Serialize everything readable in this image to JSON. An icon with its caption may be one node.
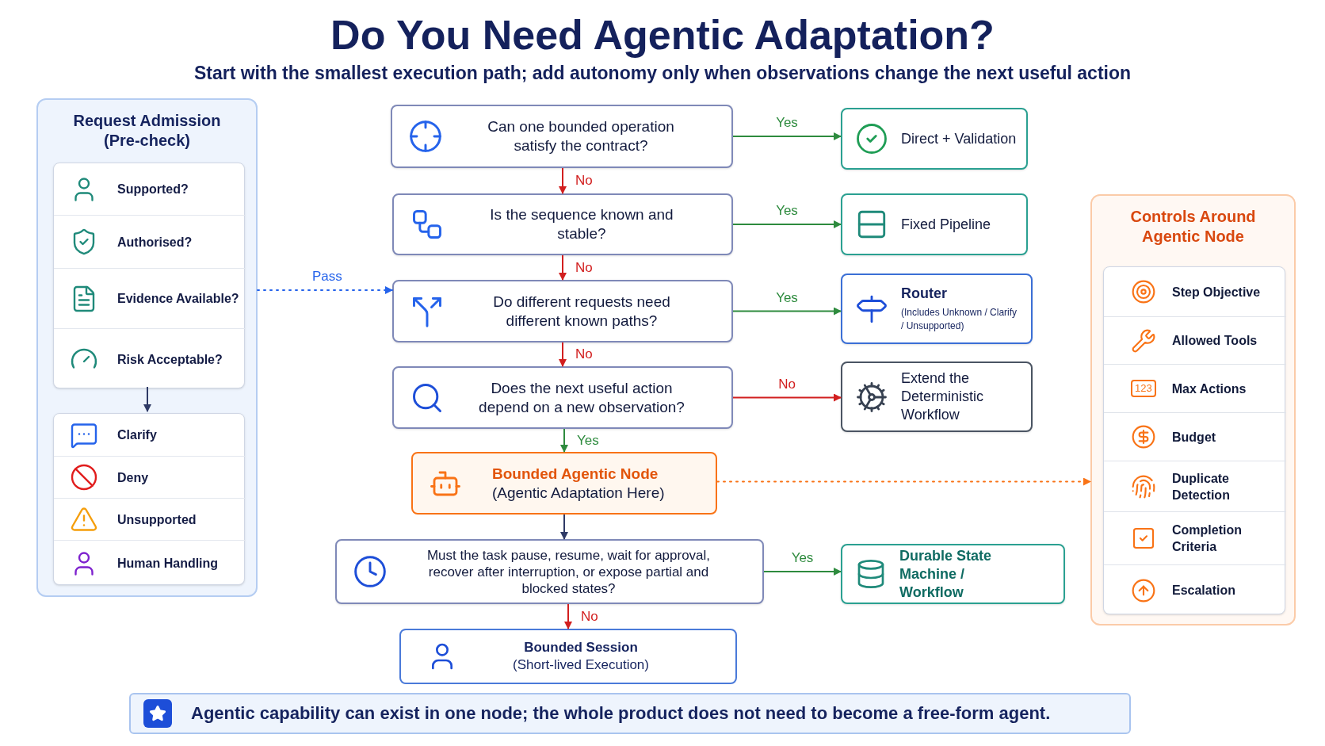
{
  "diagram": {
    "title": "Do You Need Agentic Adaptation?",
    "nodes": [
      {
        "text": [
          "Request Admission (Pre-check)"
        ]
      },
      {
        "text": [],
        "shape": "box",
        "in": 0
      },
      {
        "text": [
          "Supported?"
        ],
        "in": 1
      },
      {
        "text": [
          "Authorised?"
        ],
        "in": 1
      },
      {
        "text": [
          "Evidence Available?"
        ],
        "in": 1
      },
      {
        "text": [
          "Risk Acceptable?"
        ],
        "in": 1
      },
      {
        "text": [],
        "shape": "box",
        "in": 0
      },
      {
        "text": [
          "Clarify"
        ],
        "in": 6
      },
      {
        "text": [
          "Deny"
        ],
        "in": 6
      },
      {
        "text": [
          "Unsupported"
        ],
        "in": 6
      },
      {
        "text": [
          "Human Handling"
        ],
        "in": 6
      },
      {
        "text": [
          "Can one bounded operation satisfy the contract?"
        ]
      },
      {
        "text": [
          "Direct + Validation"
        ]
      },
      {
        "text": [
          "Is the sequence known and stable?"
        ]
      },
      {
        "text": [
          "Fixed Pipeline"
        ]
      },
      {
        "text": [
          "Do different requests need different known paths?"
        ]
      },
      {
        "text": [
          "Router",
          "(Includes Unknown / Clarify / Unsupported)"
        ]
      },
      {
        "text": [
          "Does the next useful action depend on a new observation?"
        ]
      },
      {
        "text": [
          "Extend the Deterministic Workflow"
        ]
      },
      {
        "text": [
          "Bounded Agentic Node",
          "(Agentic Adaptation Here)"
        ]
      },
      {
        "text": [
          "Must the task pause, resume, wait for approval, recover after interruption, or expose partial and blocked states?"
        ]
      },
      {
        "text": [
          "Durable State Machine / Workflow"
        ]
      },
      {
        "text": [
          "Bounded Session",
          "(Short-lived Execution)"
        ]
      },
      {
        "text": [
          "Controls Around Agentic Node"
        ]
      },
      {
        "text": [],
        "shape": "box",
        "in": 23
      },
      {
        "text": [
          "Step Objective"
        ],
        "in": 24
      },
      {
        "text": [
          "Allowed Tools"
        ],
        "in": 24
      },
      {
        "text": [
          "123",
          "Max Actions"
        ],
        "in": 24
      },
      {
        "text": [
          "Budget"
        ],
        "in": 24
      },
      {
        "text": [
          "Duplicate Detection"
        ],
        "in": 24
      },
      {
        "text": [
          "Completion Criteria"
        ],
        "in": 24
      },
      {
        "text": [
          "Escalation"
        ],
        "in": 24
      },
      {
        "text": [
          "Agentic capability can exist in one node; the whole product does not need to become a free-form agent."
        ]
      }
    ],
    "edges": [
      {
        "from": 1,
        "to": 6,
        "arrow": "to"
      },
      {
        "from": 0,
        "to": 15,
        "arrow": "to",
        "label": "Pass",
        "style": "dashed",
        "color": "#2563eb"
      },
      {
        "from": 11,
        "to": 12,
        "arrow": "to",
        "label": "Yes",
        "color": "#2e8b3e"
      },
      {
        "from": 11,
        "to": 13,
        "arrow": "to",
        "label": "No",
        "color": "#d21f1f"
      },
      {
        "from": 13,
        "to": 14,
        "arrow": "to",
        "label": "Yes",
        "color": "#2e8b3e"
      },
      {
        "from": 13,
        "to": 15,
        "arrow": "to",
        "label": "No",
        "color": "#d21f1f"
      },
      {
        "from": 15,
        "to": 16,
        "arrow": "to",
        "label": "Yes",
        "color": "#2e8b3e"
      },
      {
        "from": 15,
        "to": 17,
        "arrow": "to",
        "label": "No",
        "color": "#d21f1f"
      },
      {
        "from": 17,
        "to": 18,
        "arrow": "to",
        "label": "No",
        "color": "#d21f1f"
      },
      {
        "from": 17,
        "to": 19,
        "arrow": "to",
        "label": "Yes",
        "color": "#2e8b3e"
      },
      {
        "from": 19,
        "to": 20,
        "arrow": "to"
      },
      {
        "from": 20,
        "to": 21,
        "arrow": "to",
        "label": "Yes",
        "color": "#2e8b3e"
      },
      {
        "from": 20,
        "to": 22,
        "arrow": "to",
        "label": "No",
        "color": "#d21f1f"
      },
      {
        "from": 19,
        "to": 23,
        "arrow": "to",
        "style": "dashed",
        "color": "#f97316"
      }
    ],
    "labels": [
      "Start with the smallest execution path; add autonomy only when observations change the next useful action"
    ]
  }
}
